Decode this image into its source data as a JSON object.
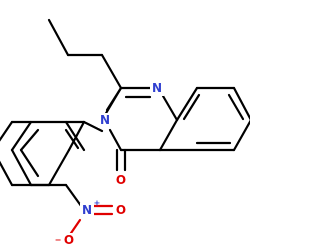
{
  "molecule": {
    "atoms": {
      "n1": {
        "symbol": "N",
        "color": "#2f3fd0"
      },
      "n3": {
        "symbol": "N",
        "color": "#2f3fd0"
      },
      "o_carbonyl": {
        "symbol": "O",
        "color": "#e00000"
      },
      "n_nitro": {
        "symbol": "N",
        "color": "#2f3fd0",
        "charge": "+"
      },
      "o_nitro_double": {
        "symbol": "O",
        "color": "#e00000"
      },
      "o_nitro_minus": {
        "symbol": "O",
        "color": "#e00000",
        "charge": "−"
      }
    }
  }
}
